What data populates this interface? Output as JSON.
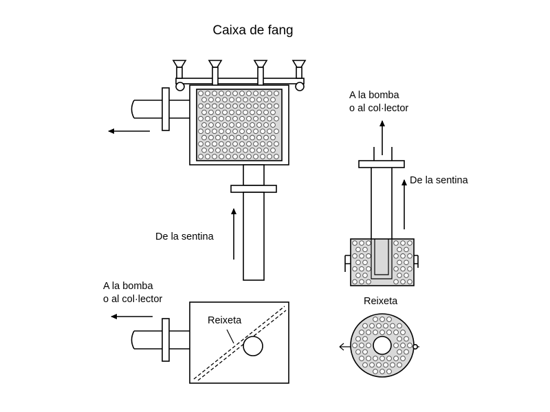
{
  "title": "Caixa de fang",
  "labels": {
    "to_pump_right_line1": "A la bomba",
    "to_pump_right_line2": "o al col·lector",
    "from_bilge_right": "De la sentina",
    "from_bilge_left": "De la sentina",
    "to_pump_left_line1": "A la bomba",
    "to_pump_left_line2": "o al col·lector",
    "grate_left": "Reixeta",
    "grate_right": "Reixeta"
  },
  "colors": {
    "line": "#000000",
    "grate_fill": "#d9d9d9",
    "background": "#ffffff"
  }
}
